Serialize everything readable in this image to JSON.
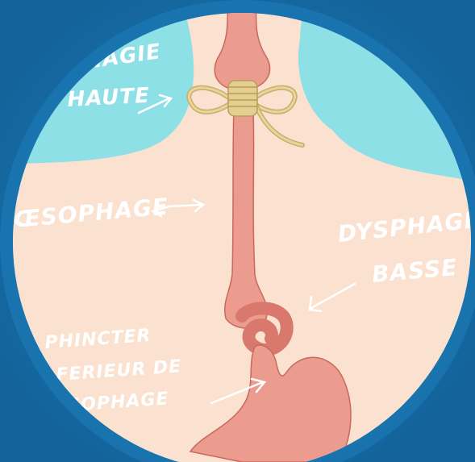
{
  "labels": {
    "dysphagie_haute_line1": "PHAGIE",
    "dysphagie_haute_line2": "HAUTE",
    "oesophage": "ŒSOPHAGE",
    "dysphagie_basse_line1": "DYSPHAGIE",
    "dysphagie_basse_line2": "BASSE",
    "sphincter_line1": "PHINCTER",
    "sphincter_line2": "FERIEUR DE",
    "sphincter_line3": "SOPHAGE"
  },
  "colors": {
    "background": "#1a74b0",
    "skin": "#fbe1cf",
    "cyan_background": "#8ee0e7",
    "organ": "#ec9c8f",
    "organ_shadow": "#d9786c",
    "knot": "#e4cf90",
    "label_text": "#ffffff"
  },
  "icons": [
    "bow-knot-icon",
    "ring-knot-icon",
    "arrow-icon"
  ]
}
